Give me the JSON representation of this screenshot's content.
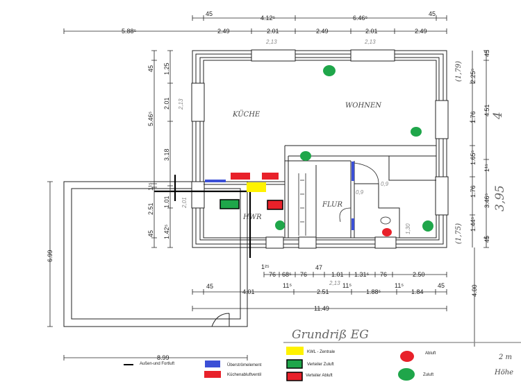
{
  "title": "Grundriß EG",
  "rooms": {
    "kueche": "KÜCHE",
    "wohnen": "WOHNEN",
    "hwr": "HWR",
    "flur": "FLUR"
  },
  "dims": {
    "top1": [
      "45",
      "4.12⁵",
      "6.46⁵",
      "45"
    ],
    "top2": [
      "5.88⁵",
      "2.49",
      "2.01",
      "2.49",
      "2.01",
      "2.49"
    ],
    "top2_notes": [
      "2,13",
      "2,13"
    ],
    "left1": [
      "45",
      "5.46⁵",
      "1¹⁵",
      "2.51",
      "45"
    ],
    "left2": [
      "1.25",
      "2.01",
      "3.18",
      "1.01",
      "1.42⁵"
    ],
    "left_notes": [
      "2,13",
      "2,01"
    ],
    "right1": [
      "2.25⁵",
      "1.76",
      "1.65⁵",
      "1.76",
      "1.44⁵"
    ],
    "right2": [
      "45",
      "4.51",
      "1¹⁵",
      "3.46⁵",
      "45"
    ],
    "right_notes": [
      "(1,79)",
      "(1,75)",
      "4",
      "3,95"
    ],
    "bottom1": [
      "1²⁵",
      "76",
      "68⁵",
      "76",
      "47",
      "1.01",
      "1.31⁵",
      "76",
      "2.50"
    ],
    "bottom1_note": "2,13",
    "bottom2": [
      "45",
      "4.01",
      "11⁵",
      "2.51",
      "11⁵",
      "1.88⁵",
      "11⁵",
      "1.84",
      "45"
    ],
    "bottom3": "11.49",
    "garage_height": "6.99",
    "garage_width": "8.99",
    "right_outer": "4.00",
    "bath_notes": [
      "0,9",
      "0,9",
      "1,30"
    ]
  },
  "corner_note": [
    "2 m",
    "Höhe"
  ],
  "legend": {
    "line": "Außen-und Fortluft",
    "blue": "Überströmelement",
    "red": "Küchenabluftventil",
    "yellow": "KWL - Zentrale",
    "green_box": "Verteiler Zuluft",
    "red_box": "Verteiler Abluft",
    "red_circle": "Abluft",
    "green_circle": "Zuluft"
  },
  "colors": {
    "blue": "#3b4fd6",
    "red": "#e8212a",
    "yellow": "#fff200",
    "green": "#1fa64a",
    "black": "#000000"
  }
}
